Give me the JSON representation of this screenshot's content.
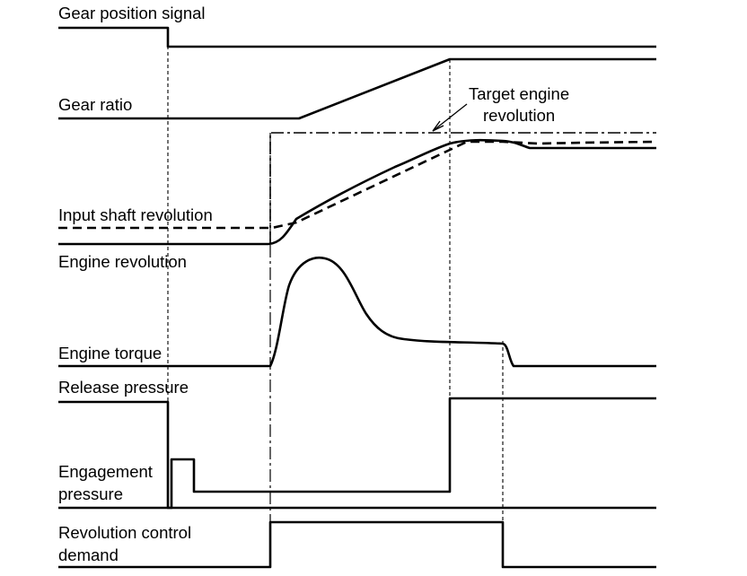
{
  "labels": {
    "gear_position_signal": "Gear position signal",
    "gear_ratio": "Gear ratio",
    "target_engine_line1": "Target engine",
    "target_engine_line2": "revolution",
    "input_shaft_revolution": "Input shaft revolution",
    "engine_revolution": "Engine revolution",
    "engine_torque": "Engine torque",
    "release_pressure": "Release pressure",
    "engagement_line1": "Engagement",
    "engagement_line2": "pressure",
    "revolution_control_line1": "Revolution control",
    "revolution_control_line2": "demand"
  },
  "colors": {
    "line": "#000000",
    "background": "#ffffff"
  }
}
